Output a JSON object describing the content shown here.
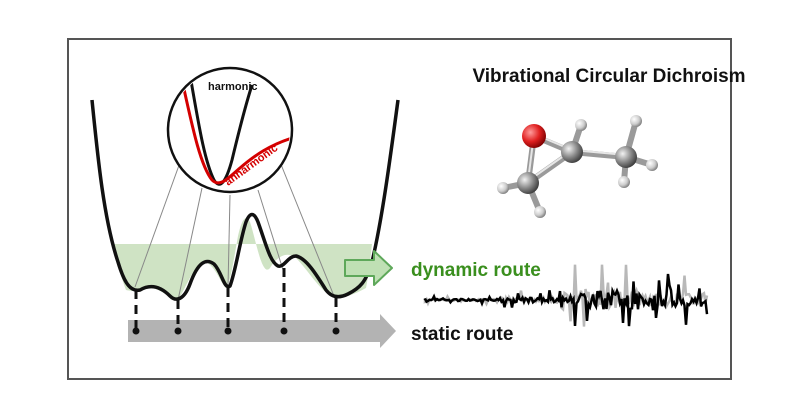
{
  "title": "Vibrational Circular Dichroism",
  "inset": {
    "harmonic_label": "harmonic",
    "anharmonic_label": "anharmonic"
  },
  "routes": {
    "dynamic_label": "dynamic route",
    "static_label": "static route"
  },
  "colors": {
    "frame": "#555555",
    "well_fill": "#cfe3c4",
    "potential": "#111111",
    "anharmonic": "#d40000",
    "dynamic_text": "#3a8f1e",
    "dynamic_arrow_fill": "#bfe0b4",
    "dynamic_arrow_stroke": "#5ea85a",
    "static_arrow": "#b3b3b3",
    "spectrum_gray": "#b8b8b8",
    "spectrum_black": "#000000",
    "oxygen": "#e02020",
    "carbon": "#8a8a8a",
    "hydrogen": "#cccccc"
  }
}
